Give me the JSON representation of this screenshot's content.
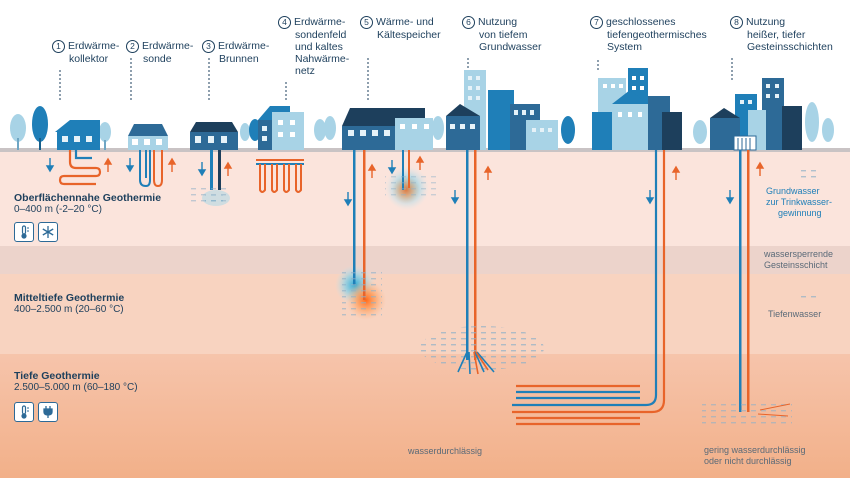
{
  "callouts": [
    {
      "number": "1",
      "text": [
        "Erdwärme-",
        "kollektor"
      ]
    },
    {
      "number": "2",
      "text": [
        "Erdwärme-",
        "sonde"
      ]
    },
    {
      "number": "3",
      "text": [
        "Erdwärme-",
        "Brunnen"
      ]
    },
    {
      "number": "4",
      "text": [
        "Erdwärme-",
        "sondenfeld",
        "und kaltes",
        "Nahwärme-",
        "netz"
      ]
    },
    {
      "number": "5",
      "text": [
        "Wärme- und",
        "Kältespeicher"
      ]
    },
    {
      "number": "6",
      "text": [
        "Nutzung",
        "von tiefem",
        "Grundwasser"
      ]
    },
    {
      "number": "7",
      "text": [
        "geschlossenes",
        "tiefengeothermisches",
        "System"
      ]
    },
    {
      "number": "8",
      "text": [
        "Nutzung",
        "heißer, tiefer",
        "Gesteinsschichten"
      ]
    }
  ],
  "zones": [
    {
      "title": "Oberflächennahe Geothermie",
      "range": "0–400 m (-2–20 °C)",
      "icons": [
        "thermometer-icon",
        "snowflake-icon"
      ]
    },
    {
      "title": "Mitteltiefe Geothermie",
      "range": "400–2.500 m (20–60 °C)",
      "icons": []
    },
    {
      "title": "Tiefe Geothermie",
      "range": "2.500–5.000 m (60–180 °C)",
      "icons": [
        "thermometer-icon",
        "plug-icon"
      ]
    }
  ],
  "right_labels": {
    "grundwasser": [
      "Grundwasser",
      "zur Trinkwasser-",
      "gewinnung"
    ],
    "wassersperrend": [
      "wassersperrende",
      "Gesteinsschicht"
    ],
    "tiefenwasser": "Tiefenwasser",
    "gering": [
      "gering wasserdurchlässig",
      "oder nicht durchlässig"
    ]
  },
  "bottom_label": "wasserdurchlässig",
  "colors": {
    "cold": "#1f7fb8",
    "hot": "#e8642a",
    "navy": "#1d3f5c",
    "ground_top": "#fbe6df",
    "ground_mid": "#f6c9b4",
    "ground_deep": "#f3b898",
    "barrier": "#ecd4cc"
  }
}
